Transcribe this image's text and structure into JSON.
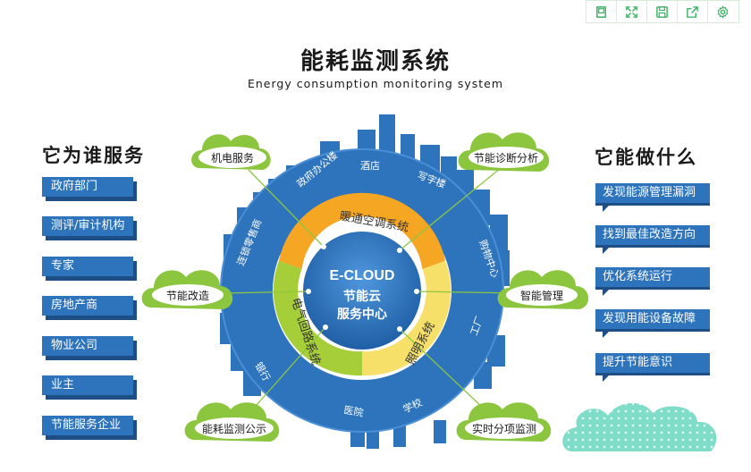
{
  "toolbar": {
    "buttons": [
      {
        "icon": "square-icon"
      },
      {
        "icon": "fullscreen-icon"
      },
      {
        "icon": "save-icon"
      },
      {
        "icon": "share-icon"
      },
      {
        "icon": "settings-icon"
      }
    ],
    "color": "#2bae57"
  },
  "title": "能耗监测系统",
  "subtitle": "Energy consumption monitoring system",
  "left": {
    "heading": "它为谁服务",
    "items": [
      "政府部门",
      "测评/审计机构",
      "专家",
      "房地产商",
      "物业公司",
      "业主",
      "节能服务企业"
    ]
  },
  "right": {
    "heading": "它能做什么",
    "items": [
      "发现能源管理漏洞",
      "找到最佳改造方向",
      "优化系统运行",
      "发现用能设备故障",
      "提升节能意识"
    ]
  },
  "center": {
    "brand": "E-CLOUD",
    "line1": "节能云",
    "line2": "服务中心"
  },
  "ring_segments": [
    "暖通空调系统",
    "照明系统",
    "电气回路系统"
  ],
  "buildings": [
    "政府办公楼",
    "酒店",
    "写字楼",
    "购物中心",
    "工厂",
    "学校",
    "医院",
    "银行",
    "连锁零售商"
  ],
  "clouds": [
    "机电服务",
    "节能诊断分析",
    "节能改造",
    "智能管理",
    "能耗监测公示",
    "实时分项监测"
  ],
  "colors": {
    "blue": "#2e74bd",
    "dark_blue": "#1d4f86",
    "hvac": "#f5a623",
    "lighting": "#f7e06a",
    "electric": "#a6ce39",
    "cloud": "#8cc63f"
  }
}
